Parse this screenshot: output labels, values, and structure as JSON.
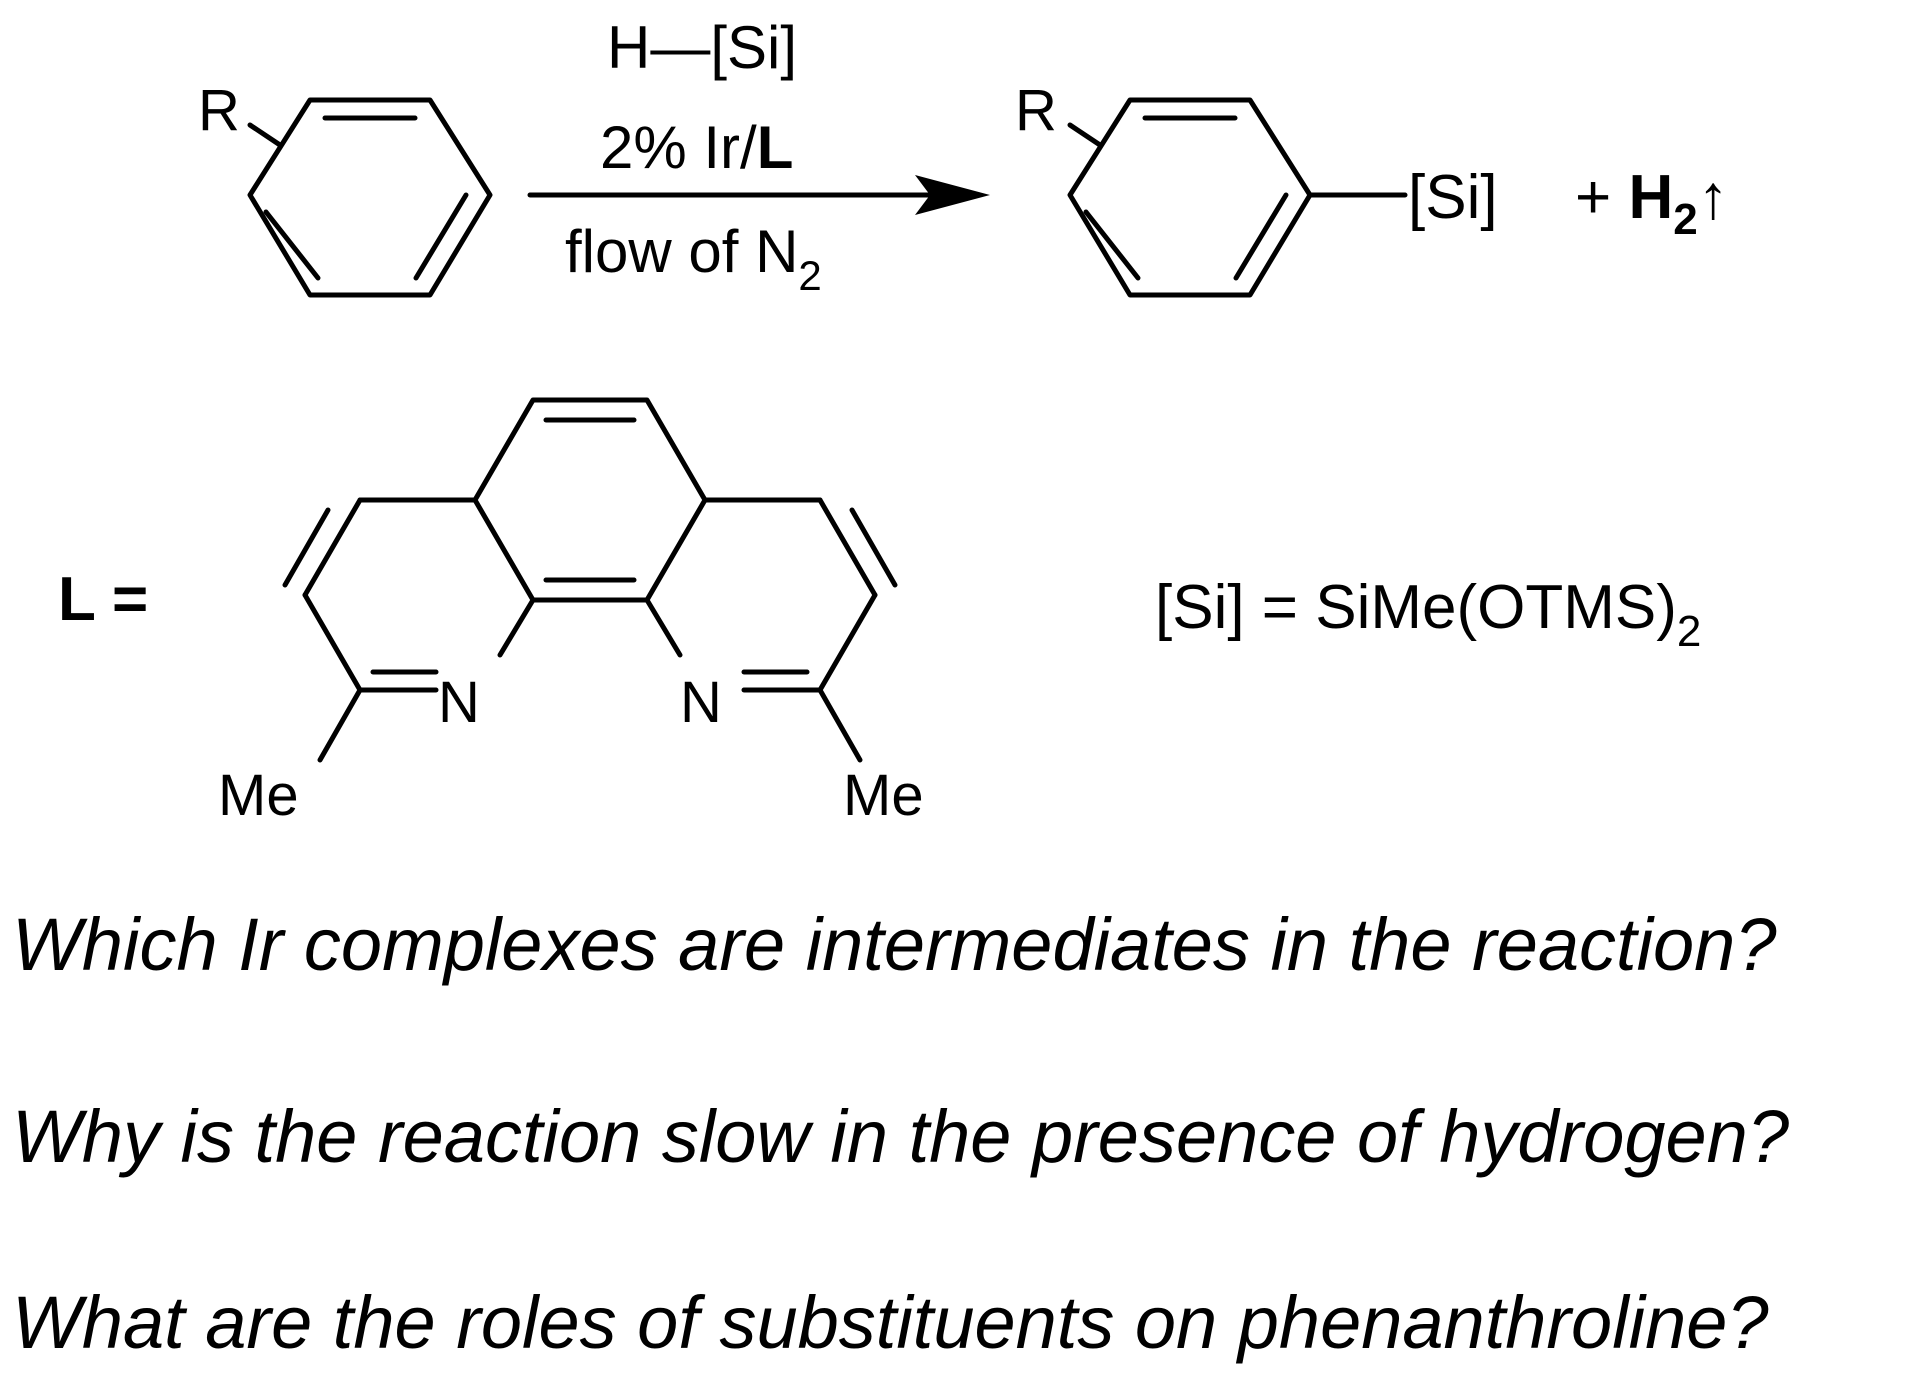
{
  "reaction": {
    "reagent": "H—[Si]",
    "catalyst_prefix": "2% Ir/",
    "catalyst_ligand": "L",
    "conditions_prefix": "flow of N",
    "conditions_subscript": "2",
    "substituent_reactant": "R",
    "substituent_product": "R",
    "product_group": "[Si]",
    "byproduct_plus": "+ ",
    "byproduct_h": "H",
    "byproduct_subscript": "2",
    "byproduct_arrow": "↑"
  },
  "ligand": {
    "label": "L =",
    "n_left": "N",
    "n_right": "N",
    "me_left": "Me",
    "me_right": "Me"
  },
  "silyl_definition": {
    "text": "[Si] = SiMe(OTMS)",
    "subscript": "2"
  },
  "questions": [
    "Which Ir complexes are intermediates in the reaction?",
    "Why is the reaction slow in the presence of hydrogen?",
    "What are the roles of substituents on phenanthroline?"
  ]
}
